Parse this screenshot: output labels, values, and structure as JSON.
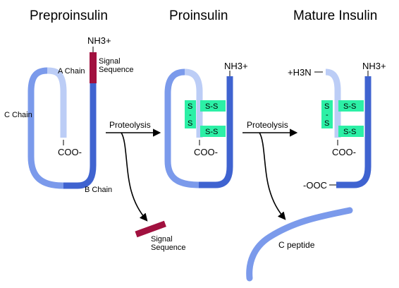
{
  "titles": {
    "preproinsulin": "Preproinsulin",
    "proinsulin": "Proinsulin",
    "mature": "Mature Insulin"
  },
  "labels": {
    "nh3": "NH3+",
    "h3n": "+H3N",
    "coo": "COO-",
    "ooc": "-OOC",
    "a_chain": "A Chain",
    "b_chain": "B Chain",
    "c_chain": "C Chain",
    "signal_line1": "Signal",
    "signal_line2": "Sequence",
    "proteolysis": "Proteolysis",
    "c_peptide": "C peptide",
    "s": "S",
    "dash": "-",
    "s_dash": "S",
    "bond": "S-S"
  },
  "colors": {
    "a_chain": "#bccdf6",
    "c_chain": "#7b9aeb",
    "b_chain": "#3f63d0",
    "signal": "#a1113f",
    "disulfide": "#2cf0a6"
  }
}
